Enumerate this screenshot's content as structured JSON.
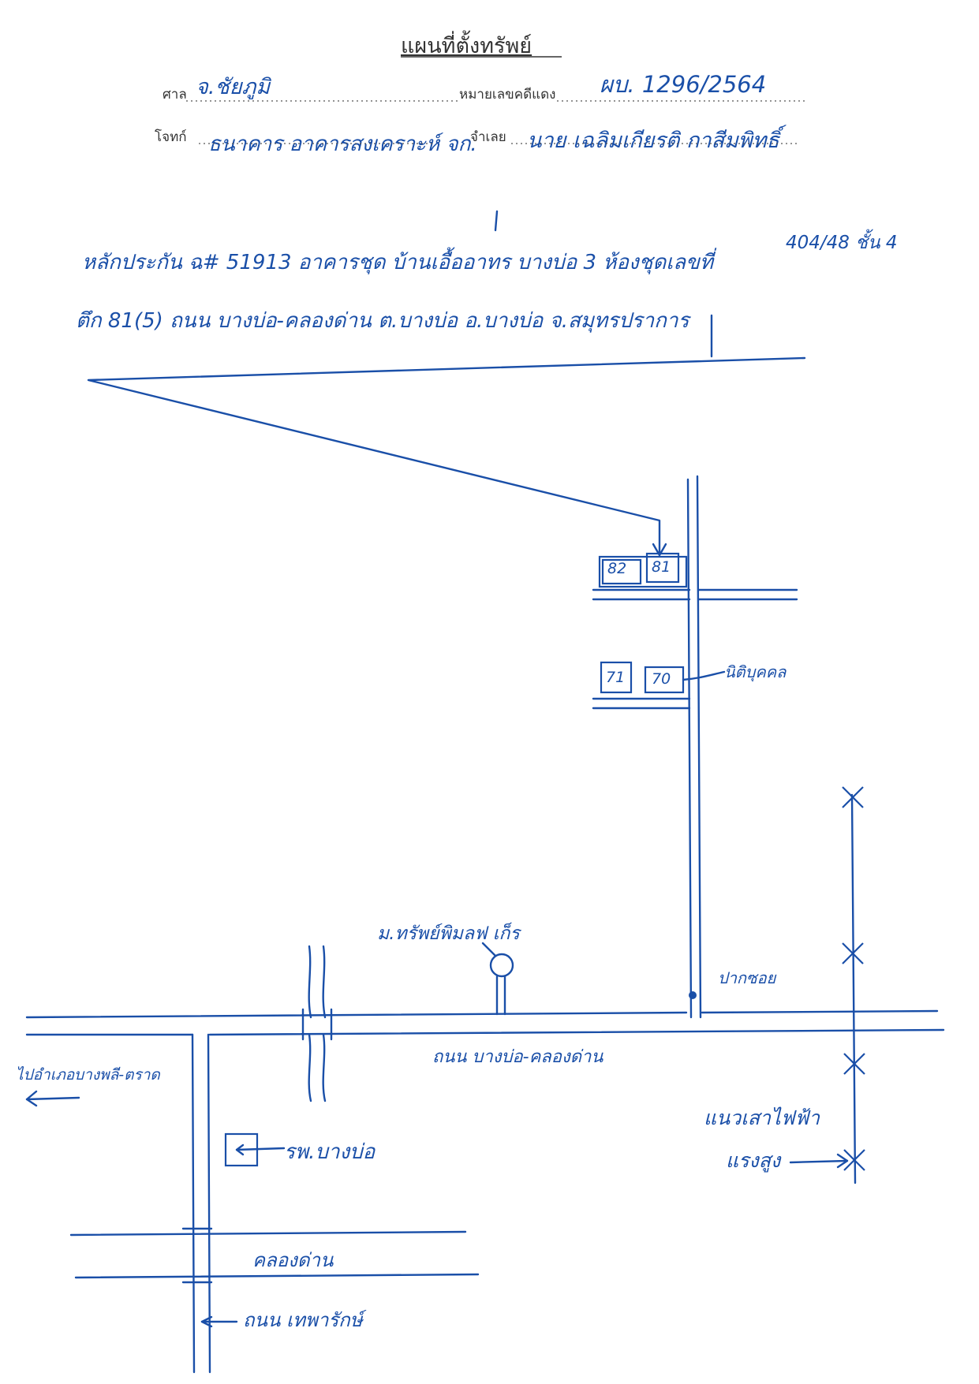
{
  "header": {
    "title": "แผนที่ตั้งทรัพย์",
    "court_label": "ศาล",
    "court_value": "จ.ชัยภูมิ",
    "case_label": "หมายเลขคดีแดง",
    "case_value": "ผบ. 1296/2564",
    "plaintiff_label": "โจทก์",
    "plaintiff_value": "ธนาคาร อาคารสงเคราะห์ จก.",
    "defendant_label": "จำเลย",
    "defendant_value": "นาย เฉลิมเกียรติ กาสีมพิทธิ์"
  },
  "property": {
    "line1": "หลักประกัน ฉ# 51913 อาคารชุด บ้านเอื้ออาทร บางบ่อ 3 ห้องชุดเลขที่",
    "unit_fraction": "404/48 ชั้น 4",
    "line2": "ตึก 81(5) ถนน บางบ่อ-คลองด่าน ต.บางบ่อ อ.บางบ่อ จ.สมุทรปราการ"
  },
  "map": {
    "building_82": "82",
    "building_81": "81",
    "building_71": "71",
    "building_70": "70",
    "guard_label": "นิติบุคคล",
    "school_label": "ม.ทรัพย์พิมลฟ เก็ร",
    "soi_label": "ปากซอย",
    "main_road": "ถนน บางบ่อ-คลองด่าน",
    "to_label": "ไปอำเภอบางพลี-ตราด",
    "hospital_label": "รพ.บางบ่อ",
    "pole_label_1": "แนวเสาไฟฟ้า",
    "pole_label_2": "แรงสูง",
    "canal_label": "คลองด่าน",
    "road2_label": "ถนน เทพารักษ์"
  }
}
